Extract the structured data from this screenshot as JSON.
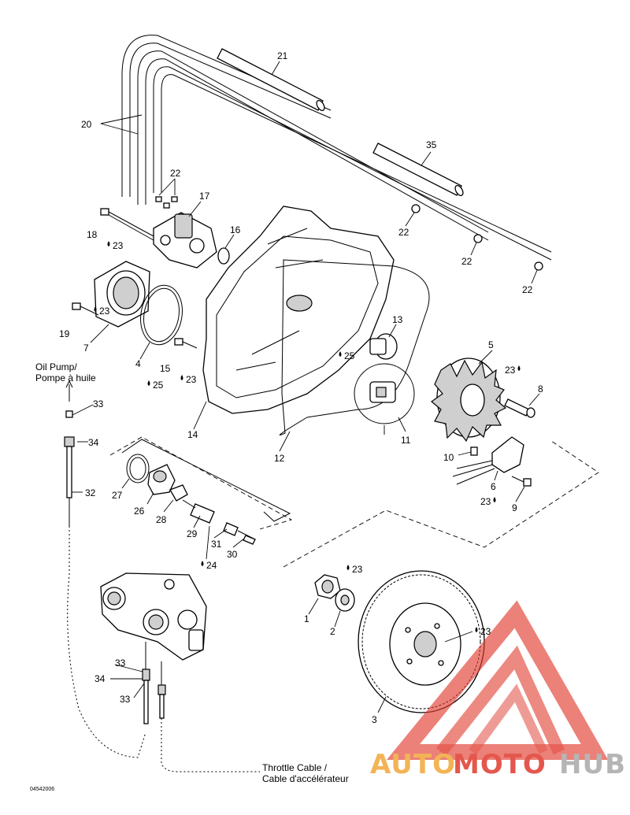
{
  "diagram_code": "04542006",
  "labels": {
    "oil_pump": "Oil Pump/",
    "oil_pump_fr": "Pompe à huile",
    "throttle_cable": "Throttle Cable /",
    "throttle_cable_fr": "Cable d'accélérateur"
  },
  "callouts": {
    "c1": "1",
    "c2": "2",
    "c3": "3",
    "c4": "4",
    "c5": "5",
    "c6": "6",
    "c7": "7",
    "c8": "8",
    "c9": "9",
    "c10": "10",
    "c11": "11",
    "c12": "12",
    "c13": "13",
    "c14": "14",
    "c15": "15",
    "c16": "16",
    "c17": "17",
    "c18": "18",
    "c19": "19",
    "c20": "20",
    "c21": "21",
    "c22a": "22",
    "c22b": "22",
    "c22c": "22",
    "c22d": "22",
    "c23a": "23",
    "c23b": "23",
    "c23c": "23",
    "c23d": "23",
    "c23e": "23",
    "c23f": "23",
    "c23g": "23",
    "c24": "24",
    "c25a": "25",
    "c25b": "25",
    "c26": "26",
    "c27": "27",
    "c28": "28",
    "c29": "29",
    "c30": "30",
    "c31": "31",
    "c32": "32",
    "c33a": "33",
    "c33b": "33",
    "c33c": "33",
    "c34a": "34",
    "c34b": "34",
    "c35": "35"
  },
  "watermark": {
    "brand_part1": "AUTO",
    "brand_part2": "MOTO",
    "brand_part3": "HUB",
    "color_orange": "#f2a838",
    "color_red": "#e03a2e",
    "color_gray": "#a9a9a9"
  }
}
